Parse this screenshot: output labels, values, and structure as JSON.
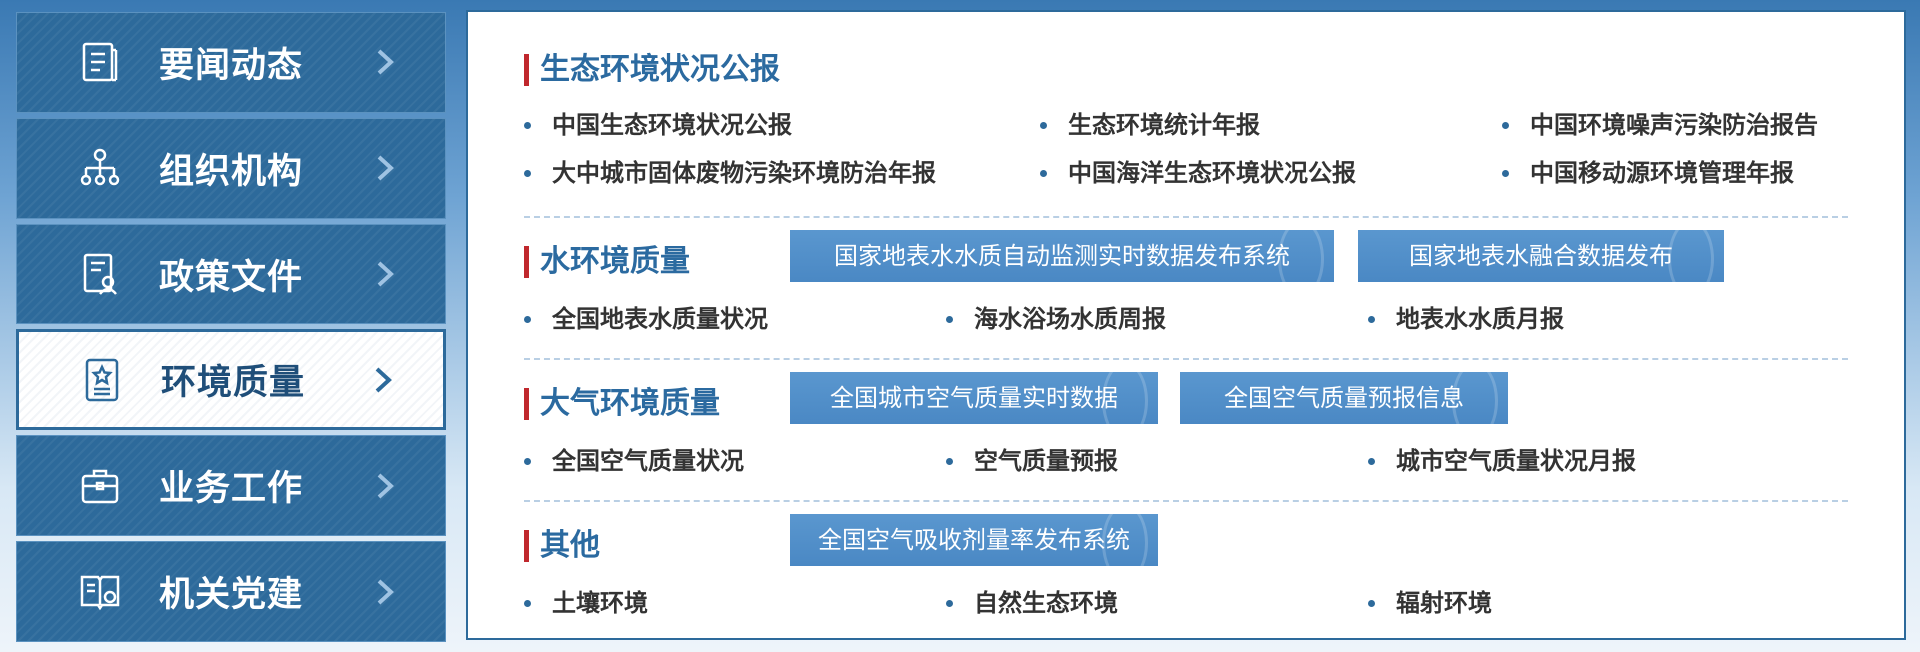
{
  "sidebar": {
    "items": [
      {
        "label": "要闻动态",
        "icon": "news-icon"
      },
      {
        "label": "组织机构",
        "icon": "org-chart-icon"
      },
      {
        "label": "政策文件",
        "icon": "policy-document-icon"
      },
      {
        "label": "环境质量",
        "icon": "quality-badge-icon",
        "active": true
      },
      {
        "label": "业务工作",
        "icon": "briefcase-icon"
      },
      {
        "label": "机关党建",
        "icon": "party-building-icon"
      }
    ]
  },
  "sections": {
    "bulletin": {
      "title": "生态环境状况公报",
      "links": [
        "中国生态环境状况公报",
        "生态环境统计年报",
        "中国环境噪声污染防治报告",
        "大中城市固体废物污染环境防治年报",
        "中国海洋生态环境状况公报",
        "中国移动源环境管理年报"
      ]
    },
    "water": {
      "title": "水环境质量",
      "buttons": [
        "国家地表水水质自动监测实时数据发布系统",
        "国家地表水融合数据发布"
      ],
      "links": [
        "全国地表水质量状况",
        "海水浴场水质周报",
        "地表水水质月报"
      ]
    },
    "air": {
      "title": "大气环境质量",
      "buttons": [
        "全国城市空气质量实时数据",
        "全国空气质量预报信息"
      ],
      "links": [
        "全国空气质量状况",
        "空气质量预报",
        "城市空气质量状况月报"
      ]
    },
    "other": {
      "title": "其他",
      "buttons": [
        "全国空气吸收剂量率发布系统"
      ],
      "links": [
        "土壤环境",
        "自然生态环境",
        "辐射环境"
      ]
    }
  },
  "colors": {
    "nav_bg": "#2d6a9b",
    "accent_bar": "#c0282d",
    "section_title": "#2b6aa0",
    "button_bg": "#4a88c4"
  }
}
